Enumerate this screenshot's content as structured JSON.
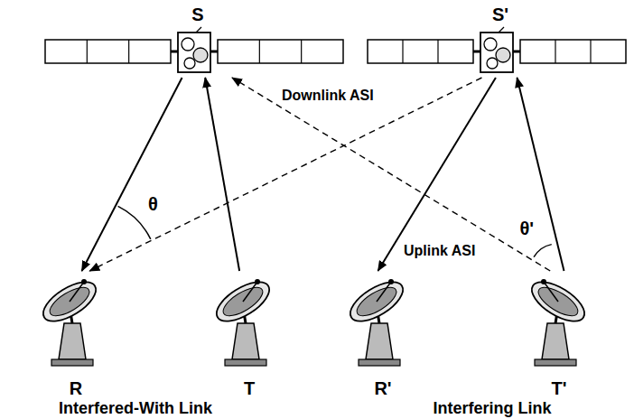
{
  "diagram": {
    "nodes": [
      {
        "text": [
          "S"
        ]
      },
      {
        "text": [
          "S'"
        ]
      },
      {
        "text": [
          "R"
        ]
      },
      {
        "text": [
          "T"
        ]
      },
      {
        "text": [
          "R'"
        ]
      },
      {
        "text": [
          "T'"
        ]
      }
    ],
    "edges": [
      {
        "from": 0,
        "to": 2,
        "arrow": "to"
      },
      {
        "from": 3,
        "to": 0,
        "arrow": "to"
      },
      {
        "from": 1,
        "to": 4,
        "arrow": "to"
      },
      {
        "from": 5,
        "to": 1,
        "arrow": "to"
      },
      {
        "from": 1,
        "to": 2,
        "arrow": "to"
      },
      {
        "from": 5,
        "to": 0,
        "arrow": "to"
      }
    ],
    "labels": [
      "Downlink ASI",
      "Uplink ASI",
      "θ",
      "θ'",
      "Interfered-With Link",
      "Interfering Link"
    ]
  }
}
